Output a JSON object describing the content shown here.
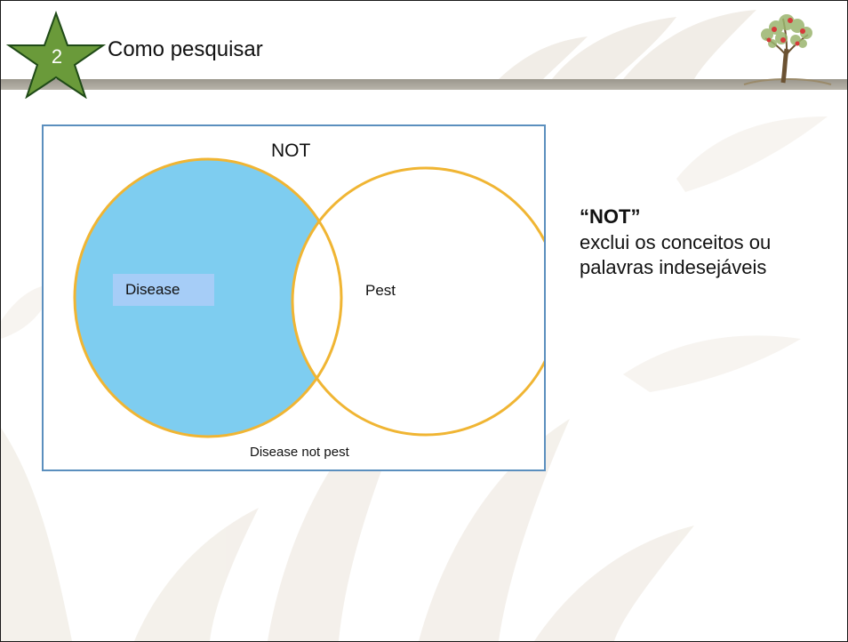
{
  "slide": {
    "step_number": "2",
    "title": "Como pesquisar",
    "colors": {
      "star_fill": "#6a9a3a",
      "star_stroke": "#1f4a17",
      "header_bar": "#a8a49a",
      "frame_border": "#5b8fbe",
      "circle_stroke": "#f0b533",
      "highlight_fill": "#7ecdf0",
      "label_fill": "#a6cdf7"
    },
    "icons": [
      "star-badge-icon",
      "tree-logo-icon"
    ]
  },
  "diagram": {
    "operator_label": "NOT",
    "left_set_label": "Disease",
    "right_set_label": "Pest",
    "caption": "Disease not pest"
  },
  "description": {
    "term": "“NOT”",
    "text": "exclui os conceitos ou palavras indesejáveis"
  }
}
